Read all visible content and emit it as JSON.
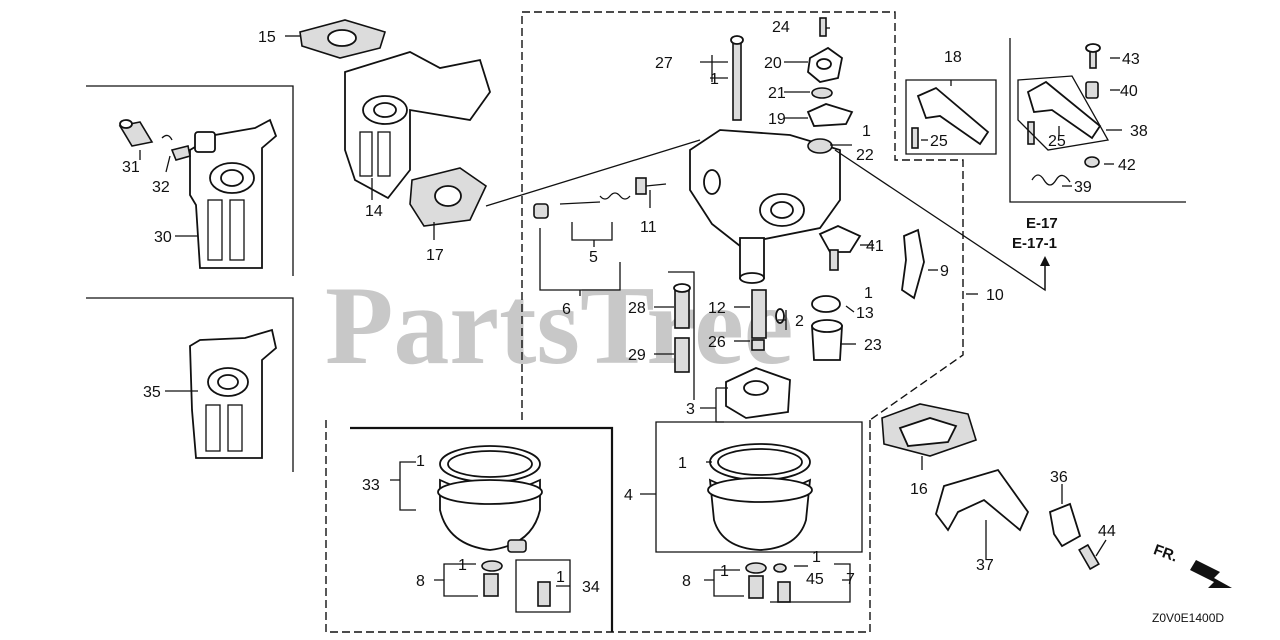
{
  "watermark": "PartsTree",
  "diagram_code": "Z0V0E1400D",
  "front_label": "FR.",
  "references": [
    "E-17",
    "E-17-1"
  ],
  "callouts": {
    "c1a": "1",
    "c1b": "1",
    "c1c": "1",
    "c1d": "1",
    "c1e": "1",
    "c1f": "1",
    "c1g": "1",
    "c1h": "1",
    "c1i": "1",
    "c2": "2",
    "c3": "3",
    "c4": "4",
    "c5": "5",
    "c6": "6",
    "c7": "7",
    "c8a": "8",
    "c8b": "8",
    "c9": "9",
    "c10": "10",
    "c11": "11",
    "c12": "12",
    "c13": "13",
    "c14": "14",
    "c15": "15",
    "c16": "16",
    "c17": "17",
    "c18": "18",
    "c19": "19",
    "c20": "20",
    "c21": "21",
    "c22": "22",
    "c23": "23",
    "c24": "24",
    "c25a": "25",
    "c25b": "25",
    "c26": "26",
    "c27": "27",
    "c28": "28",
    "c29": "29",
    "c30": "30",
    "c31": "31",
    "c32": "32",
    "c33": "33",
    "c34": "34",
    "c35": "35",
    "c36": "36",
    "c37": "37",
    "c38": "38",
    "c39": "39",
    "c40": "40",
    "c41": "41",
    "c42": "42",
    "c43": "43",
    "c44": "44",
    "c45": "45"
  }
}
